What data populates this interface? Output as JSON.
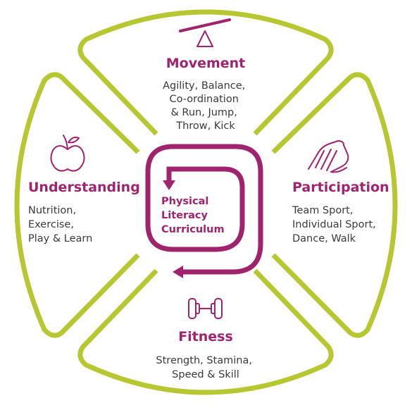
{
  "colors": {
    "ring": "#b7c731",
    "accent": "#a0236e",
    "text": "#3a3a3a"
  },
  "center": {
    "lines": [
      "Physical",
      "Literacy",
      "Curriculum"
    ]
  },
  "sections": {
    "movement": {
      "icon": "seesaw-icon",
      "title": "Movement",
      "lines": [
        "Agility, Balance,",
        "Co-ordination",
        "& Run, Jump,",
        "Throw, Kick"
      ]
    },
    "participation": {
      "icon": "clasped-hands-icon",
      "title": "Participation",
      "lines": [
        "Team Sport,",
        "Individual Sport,",
        "Dance, Walk"
      ]
    },
    "fitness": {
      "icon": "dumbbell-icon",
      "title": "Fitness",
      "lines": [
        "Strength, Stamina,",
        "Speed & Skill"
      ]
    },
    "understanding": {
      "icon": "apple-icon",
      "title": "Understanding",
      "lines": [
        "Nutrition,",
        "Exercise,",
        "Play & Learn"
      ]
    }
  }
}
